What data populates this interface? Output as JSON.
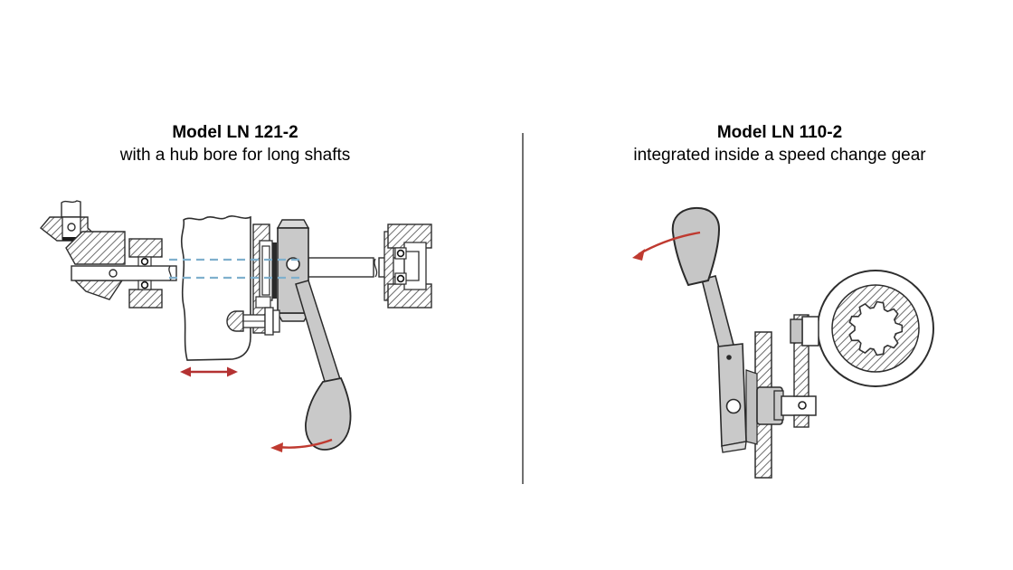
{
  "page": {
    "background": "#ffffff",
    "kind": "technical catalog illustration, two sectional drawings of shift lever units"
  },
  "figures": [
    {
      "title": "Model LN 121-2",
      "subtitle": "with a hub bore for long shafts",
      "parts": [
        "bevel-gear-pair",
        "ball-bearing-block-left",
        "hub-bore-housing",
        "clamp-flange",
        "shift-lever",
        "lever-knob",
        "long-shaft",
        "ball-bearing-block-right",
        "locking-bolt",
        "centerlines"
      ],
      "annotations": [
        {
          "name": "axial-travel-arrow",
          "meaning": "double-headed arrow: axial travel along shaft"
        },
        {
          "name": "lever-swing-arrow",
          "meaning": "curved arrow: swing direction of lever knob"
        }
      ]
    },
    {
      "title": "Model LN 110-2",
      "subtitle": "integrated inside a speed change gear",
      "parts": [
        "lever-knob",
        "lever-arm",
        "lever-bar",
        "disc-flange",
        "hub-cylinder",
        "shaft-block",
        "clamp-bolt",
        "splined-gear-wheel"
      ],
      "annotations": [
        {
          "name": "lever-swing-arrow",
          "meaning": "curved arrow: swing direction of lever knob"
        }
      ]
    }
  ],
  "colors": {
    "line": "#2e2e2e",
    "lever_gray": "#c9c9c9",
    "lever_gray_light": "#d9d9d9",
    "hatch_line": "#6b6b6b",
    "centerline_blue": "#7fb0cd",
    "arrow_red": "#bf3a30",
    "double_arrow_red": "#b43232",
    "divider_gray": "#707070"
  }
}
